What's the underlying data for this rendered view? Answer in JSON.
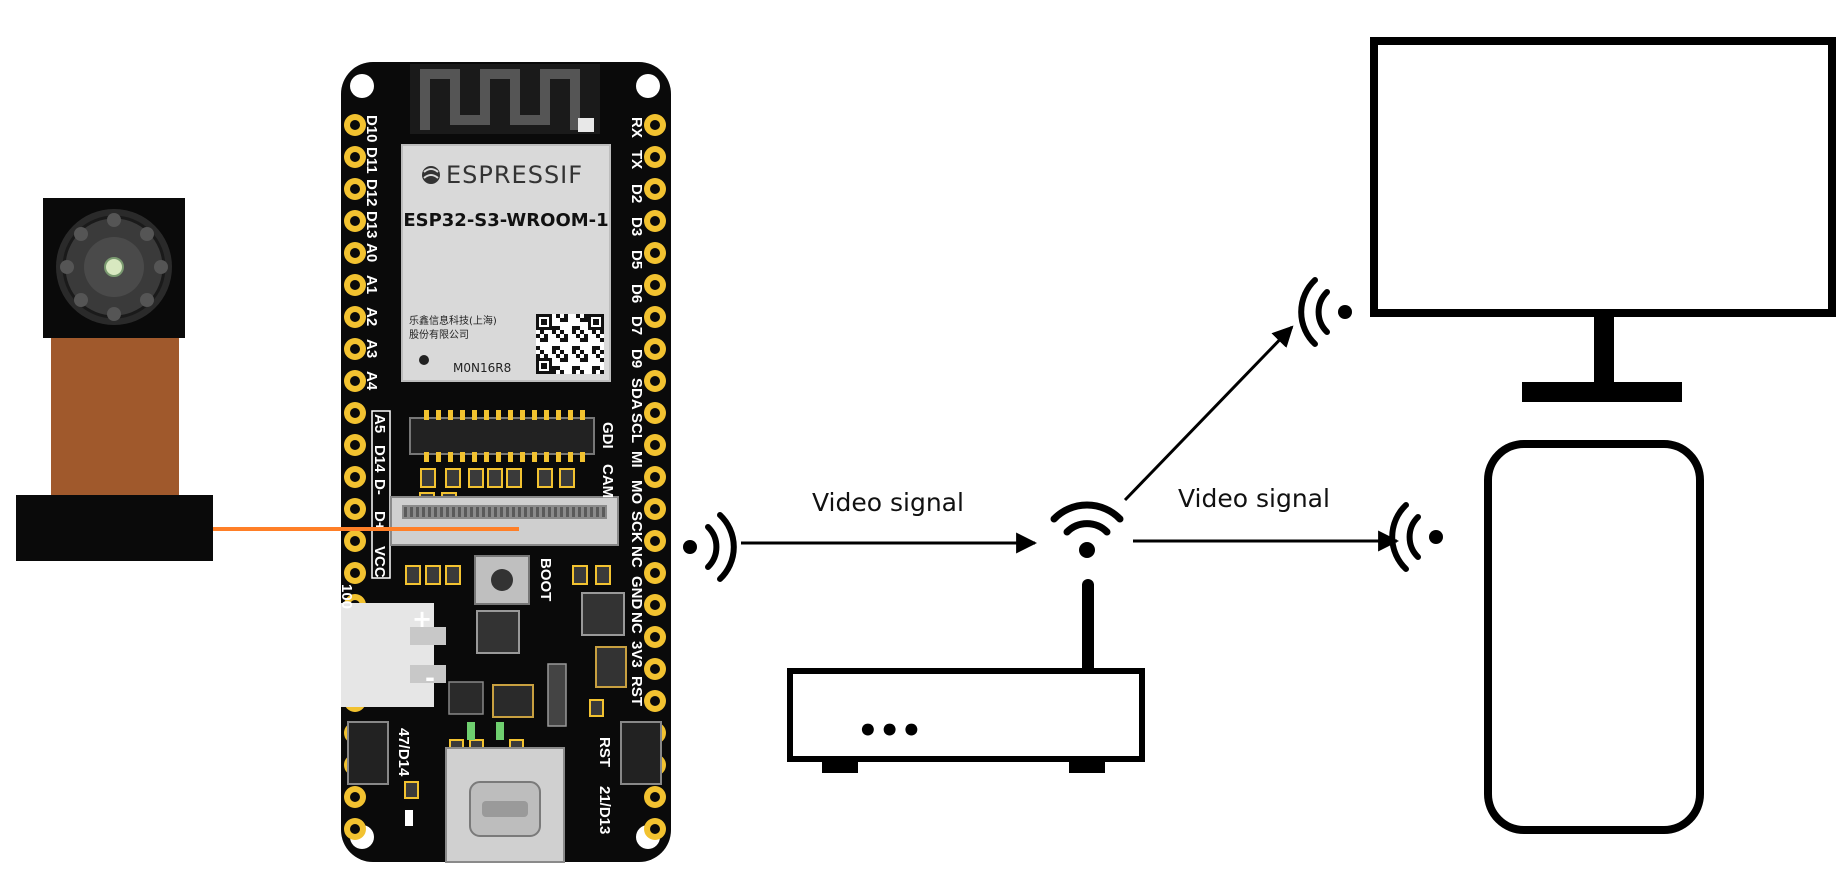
{
  "board": {
    "brand": "ESPRESSIF",
    "module": "ESP32-S3-WROOM-1",
    "maker_line1": "乐鑫信息科技(上海)",
    "maker_line2": "股份有限公司",
    "chip_code": "M0N16R8",
    "left_pins": [
      "D10",
      "D11",
      "D12",
      "D13",
      "A0",
      "A1",
      "A2",
      "A3",
      "A4"
    ],
    "left_lower_pins": [
      "A5",
      "D14",
      "D-",
      "D+",
      "VCC"
    ],
    "right_pins": [
      "RX",
      "TX",
      "D2",
      "D3",
      "D5",
      "D6",
      "D7",
      "D9",
      "SDA",
      "SCL",
      "MI",
      "MO",
      "SCK",
      "NC",
      "GND",
      "NC",
      "3V3",
      "RST"
    ],
    "gdi_label": "GDI",
    "cam_label": "CAM",
    "boot_label": "BOOT",
    "rst_label": "RST",
    "bottom_left_label": "47/D14",
    "bottom_right_label": "21/D13",
    "pad_label": "100",
    "plus_sign": "+",
    "minus_sign": "-"
  },
  "links": {
    "to_router_label": "Video signal",
    "to_phone_label": "Video signal"
  },
  "router": {
    "dots": "•••"
  },
  "colors": {
    "board": "#0a0a0a",
    "pin_gold": "#f2c230",
    "module_gray": "#d9d9d9",
    "ribbon": "#a0592c",
    "wire_orange": "#ff7f27",
    "outline": "#000000"
  },
  "icons": [
    "camera-lens-icon",
    "wifi-broadcast-icon",
    "wifi-router-icon",
    "monitor-icon",
    "phone-icon",
    "qr-code-icon",
    "usb-c-icon"
  ]
}
